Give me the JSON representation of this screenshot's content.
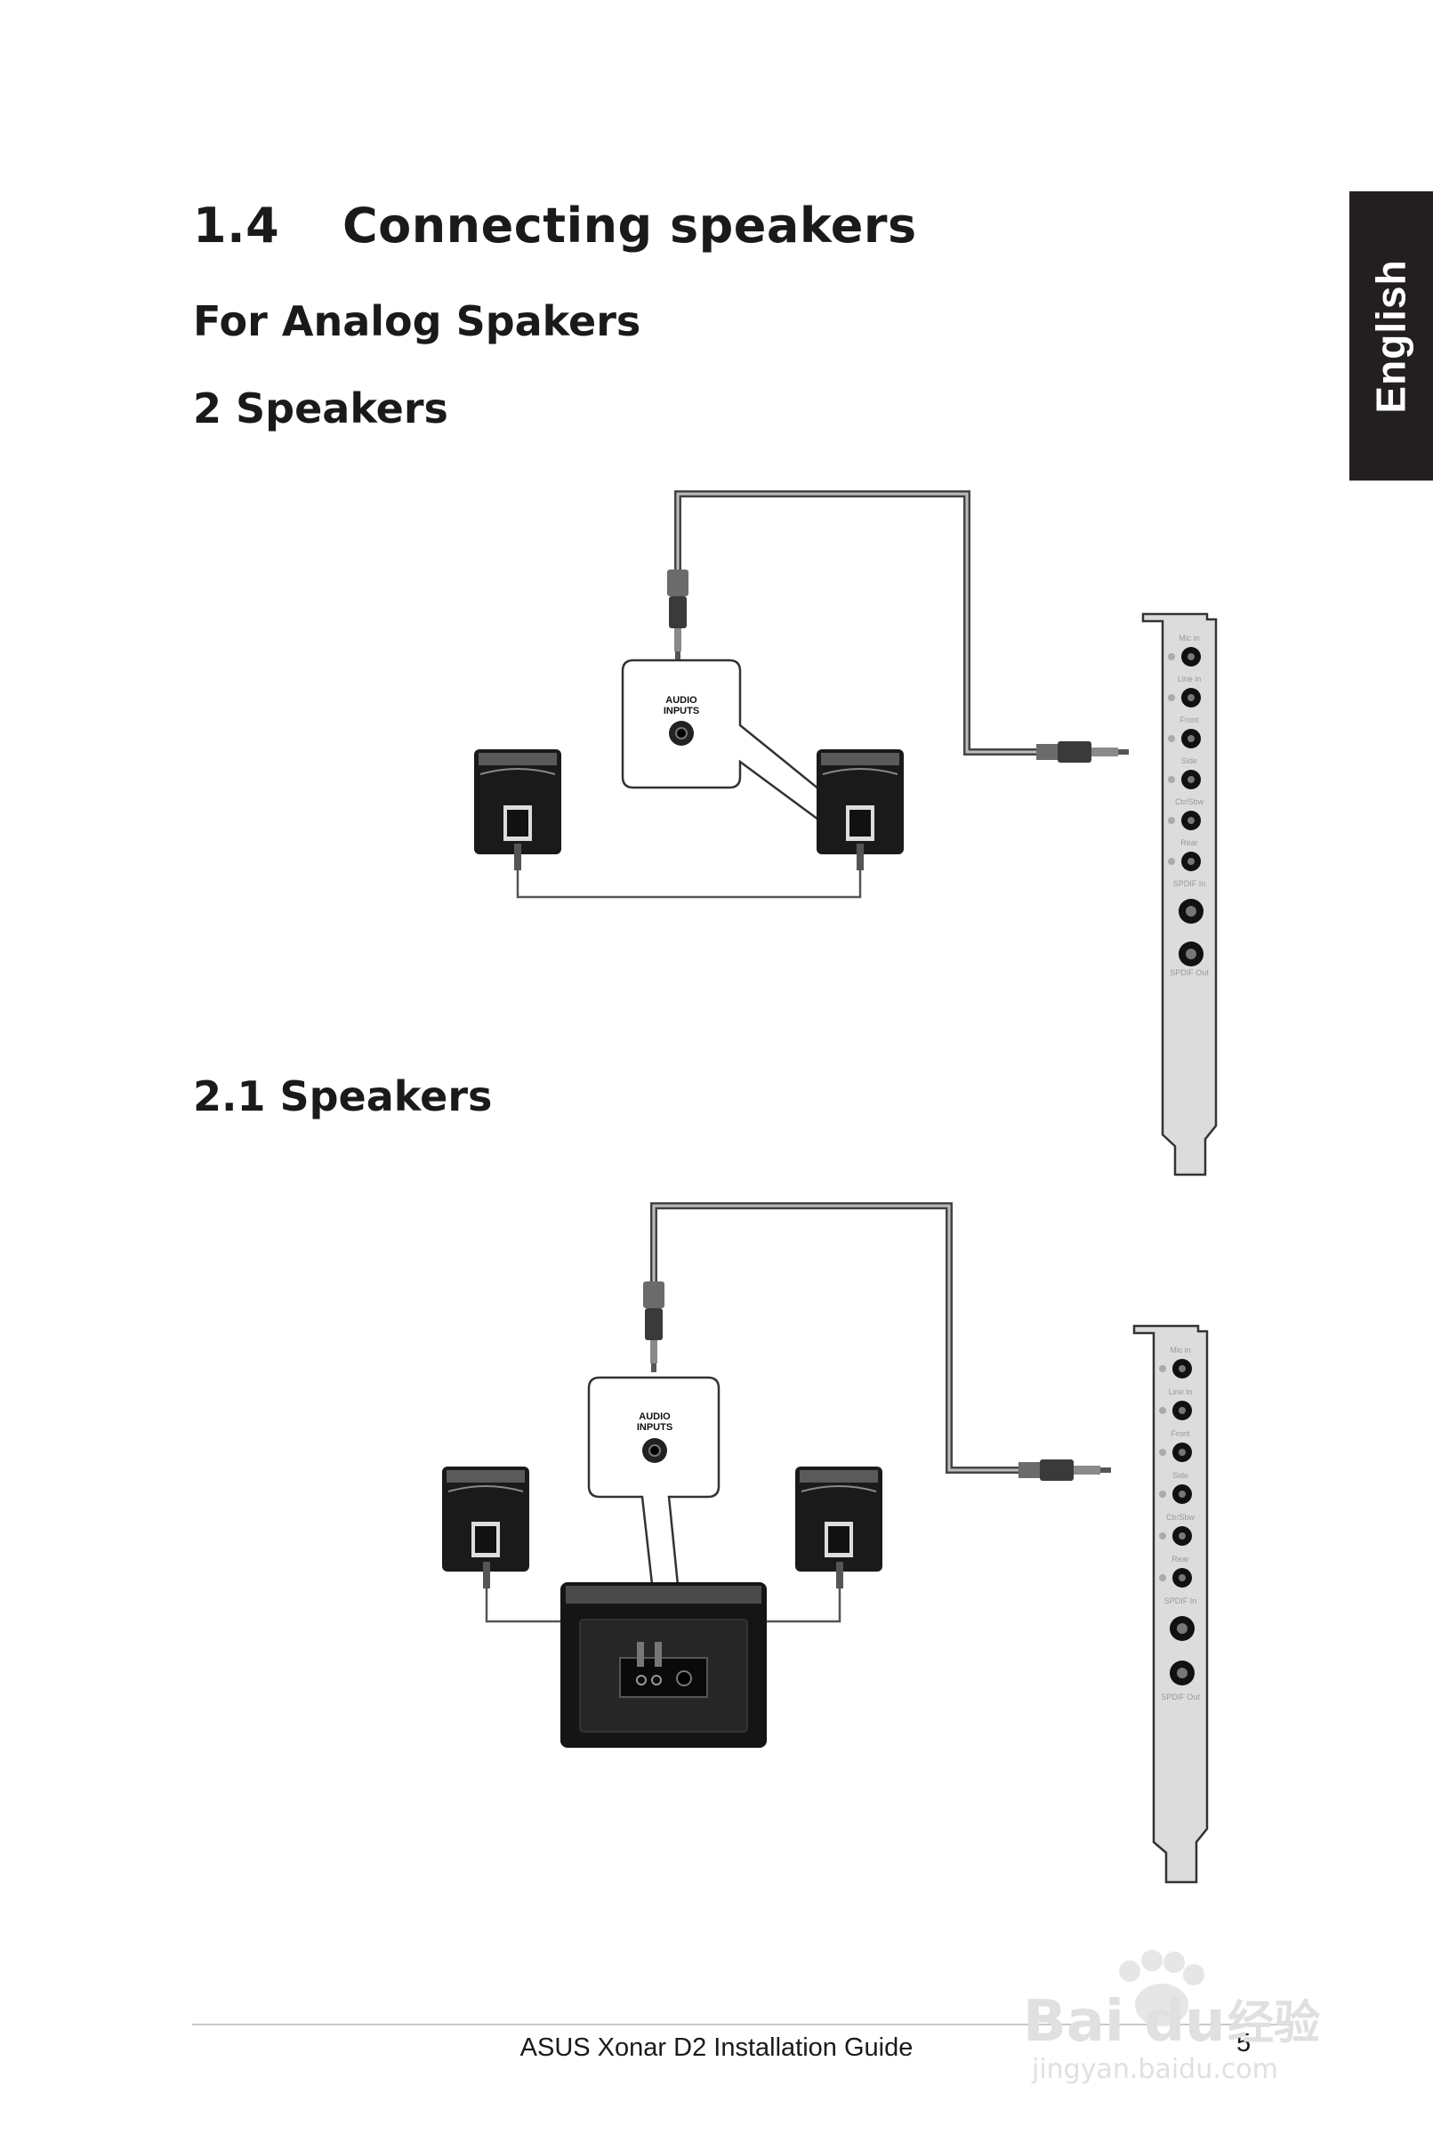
{
  "side_tab": {
    "label": "English"
  },
  "heading": {
    "number": "1.4",
    "title": "Connecting speakers"
  },
  "subheading": "For Analog Spakers",
  "sections": [
    {
      "title": "2 Speakers"
    },
    {
      "title": "2.1 Speakers"
    }
  ],
  "diagram": {
    "audio_inputs_line1": "AUDIO",
    "audio_inputs_line2": "INPUTS",
    "card_ports": [
      "Mic in",
      "Line in",
      "Front",
      "Side",
      "Ctr/Sbw",
      "Rear",
      "SPDIF In",
      "SPDIF Out"
    ]
  },
  "footer": {
    "title": "ASUS Xonar D2 Installation Guide",
    "page": "5"
  },
  "watermark": {
    "brand": "Bai du",
    "cn": "经验",
    "url": "jingyan.baidu.com"
  }
}
